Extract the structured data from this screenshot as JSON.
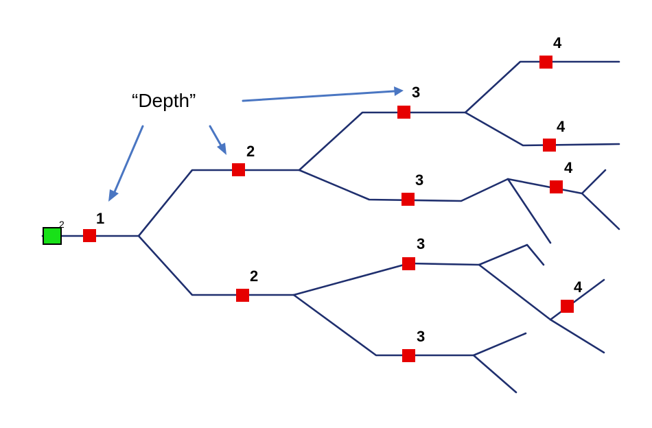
{
  "callout": {
    "text": "“Depth”"
  },
  "root": {
    "label": "2"
  },
  "nodes": [
    {
      "id": "n1",
      "depth": "1"
    },
    {
      "id": "n2a",
      "depth": "2"
    },
    {
      "id": "n2b",
      "depth": "2"
    },
    {
      "id": "n3a",
      "depth": "3"
    },
    {
      "id": "n3b",
      "depth": "3"
    },
    {
      "id": "n3c",
      "depth": "3"
    },
    {
      "id": "n3d",
      "depth": "3"
    },
    {
      "id": "n4a",
      "depth": "4"
    },
    {
      "id": "n4b",
      "depth": "4"
    },
    {
      "id": "n4c",
      "depth": "4"
    },
    {
      "id": "n4d",
      "depth": "4"
    }
  ],
  "colors": {
    "edge": "#1f2f6e",
    "node": "#e60000",
    "root": "#18e018",
    "arrow": "#4a76c2"
  }
}
